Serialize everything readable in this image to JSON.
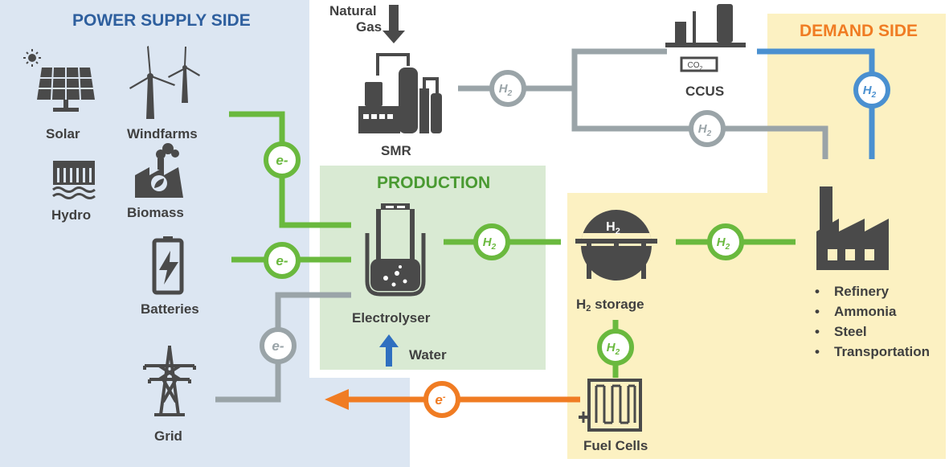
{
  "sections": {
    "supply": "POWER SUPPLY SIDE",
    "production": "PRODUCTION",
    "demand": "DEMAND SIDE"
  },
  "labels": {
    "solar": "Solar",
    "windfarms": "Windfarms",
    "hydro": "Hydro",
    "biomass": "Biomass",
    "batteries": "Batteries",
    "grid": "Grid",
    "natural_gas_line1": "Natural",
    "natural_gas_line2": "Gas",
    "smr": "SMR",
    "ccus": "CCUS",
    "co2_sub": "2",
    "electrolyser": "Electrolyser",
    "water": "Water",
    "h2_storage_h": "H",
    "h2_storage_sub": "2",
    "h2_storage_rest": " storage",
    "h2_tank_h": "H",
    "h2_tank_sub": "2",
    "fuel_cells": "Fuel Cells"
  },
  "badges": {
    "electron": "e",
    "electron_mark": "-",
    "hydrogen": "H",
    "hydrogen_sub": "2"
  },
  "demand_uses": [
    "Refinery",
    "Ammonia",
    "Steel",
    "Transportation"
  ],
  "colors": {
    "supply_bg": "#dce6f2",
    "production_bg": "#d9ead3",
    "demand_bg": "#fcf1c2",
    "electricity_line": "#6ab93e",
    "grey_line": "#9aa4a8",
    "ccus_line": "#4a90d0",
    "fuel_cell_output": "#f07c23",
    "icon": "#4a4a4a",
    "supply_title": "#2e5f9e",
    "production_title": "#4a9a32",
    "demand_title": "#f07c23"
  }
}
